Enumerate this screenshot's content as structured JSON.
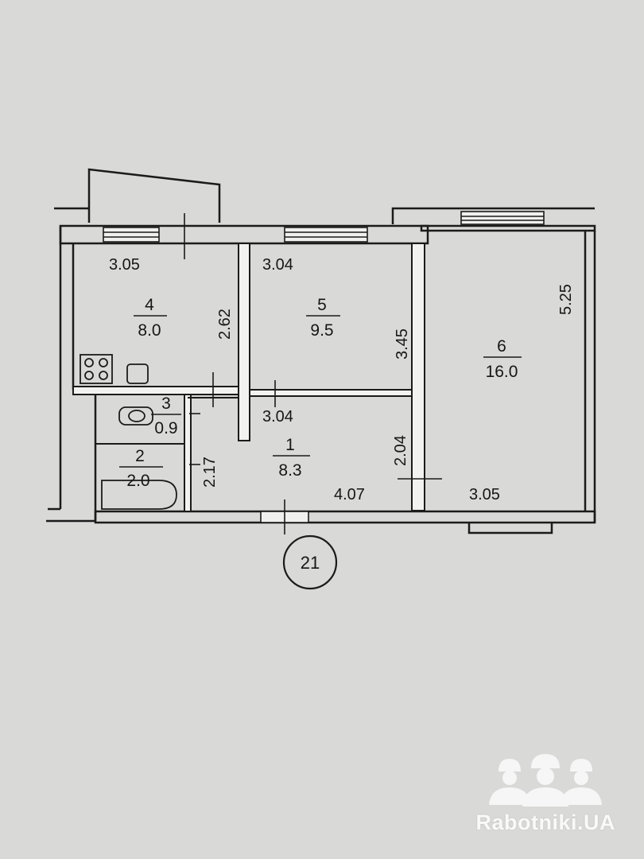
{
  "apartment_number": "21",
  "rooms": [
    {
      "id": "1",
      "number": "1",
      "area": "8.3"
    },
    {
      "id": "2",
      "number": "2",
      "area": "2.0"
    },
    {
      "id": "3",
      "number": "3",
      "area": "0.9"
    },
    {
      "id": "4",
      "number": "4",
      "area": "8.0"
    },
    {
      "id": "5",
      "number": "5",
      "area": "9.5"
    },
    {
      "id": "6",
      "number": "6",
      "area": "16.0"
    }
  ],
  "dimensions": {
    "kitchen_width": "3.05",
    "kitchen_depth": "2.62",
    "room5_width": "3.04",
    "room5_depth": "3.45",
    "room6_depth": "5.25",
    "room6_width": "3.05",
    "hall_width": "3.04",
    "hall_depth": "2.04",
    "hall_length": "4.07",
    "bath_depth": "2.17"
  },
  "watermark": {
    "text": "Rabotniki.UA",
    "icon": "three-workers-helmet-icon"
  }
}
